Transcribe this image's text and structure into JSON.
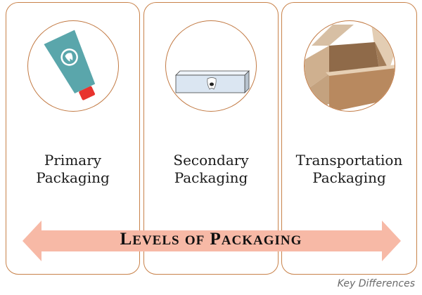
{
  "panels": [
    {
      "id": "primary",
      "line1": "Primary",
      "line2": "Packaging",
      "icon": "toothpaste-tube-icon"
    },
    {
      "id": "secondary",
      "line1": "Secondary",
      "line2": "Packaging",
      "icon": "toothpaste-box-icon"
    },
    {
      "id": "transportation",
      "line1": "Transportation",
      "line2": "Packaging",
      "icon": "cardboard-box-icon"
    }
  ],
  "arrow": {
    "title_parts": [
      {
        "cap": "L",
        "rest": "EVELS"
      },
      {
        "cap": "",
        "rest": "OF"
      },
      {
        "cap": "P",
        "rest": "ACKAGING"
      }
    ],
    "title": "Levels of Packaging",
    "color": "#f7b9a6"
  },
  "colors": {
    "border": "#c8824a",
    "tube": "#5aa6ab",
    "cap": "#e8332e",
    "box_blue": "#dbe6f2",
    "cardboard": "#b8895f"
  },
  "watermark": "Key Differences"
}
